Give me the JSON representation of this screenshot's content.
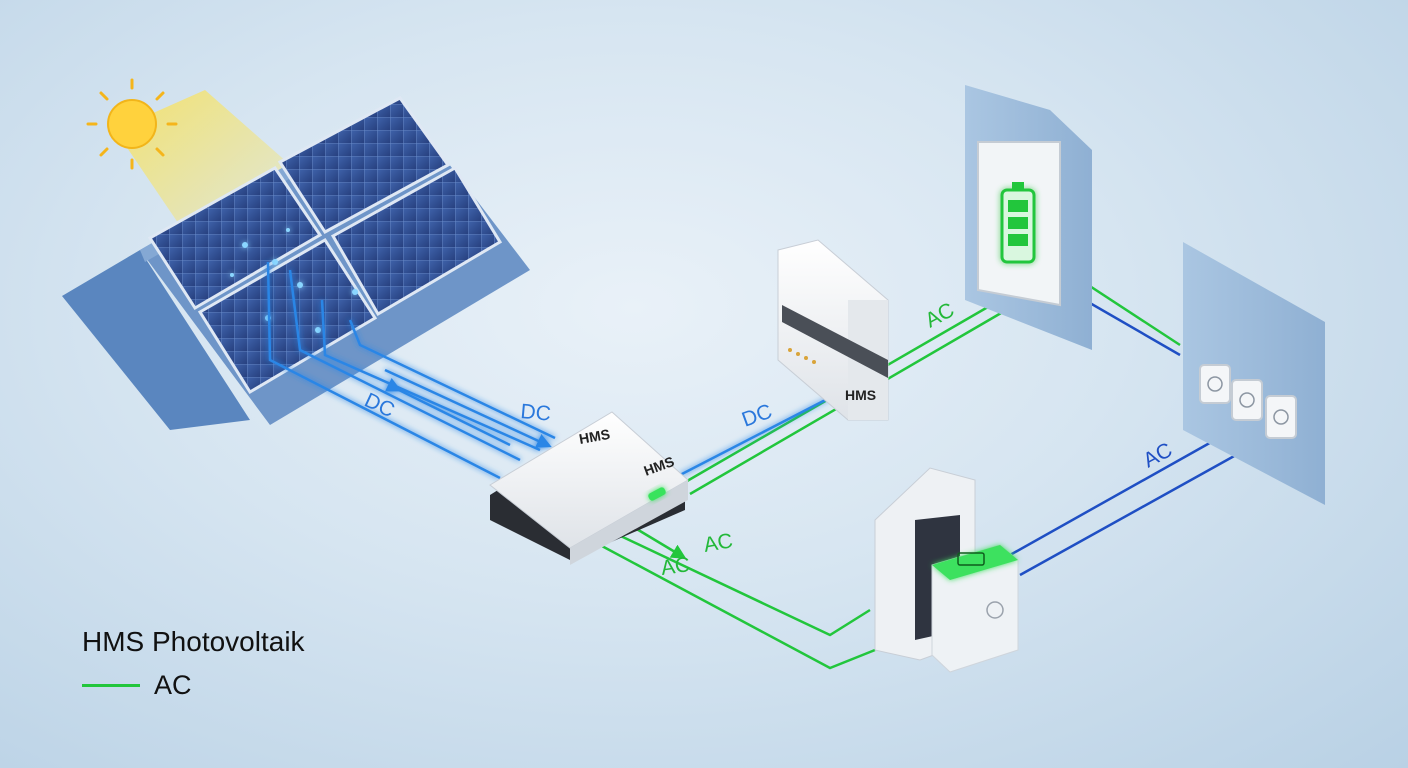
{
  "diagram": {
    "labels": {
      "dc_roof": "DC",
      "dc_arrow": "DC",
      "dc_inverter": "DC",
      "ac_inverter": "AC",
      "ac_wall": "AC",
      "ac_out": "AC",
      "ac_in": "AC"
    },
    "brands": {
      "hub_top": "HMS",
      "hub_side": "HMS",
      "inverter": "HMS"
    }
  },
  "legend": {
    "title": "HMS Photovoltaik",
    "item_label": "AC"
  },
  "colors": {
    "ac_line": "#22c63c",
    "dc_line": "#2a86e6",
    "grid_line": "#1f4fc4",
    "panel": "#2f4f93",
    "wall": "#9dbcdc",
    "sun": "#ffd23d"
  }
}
